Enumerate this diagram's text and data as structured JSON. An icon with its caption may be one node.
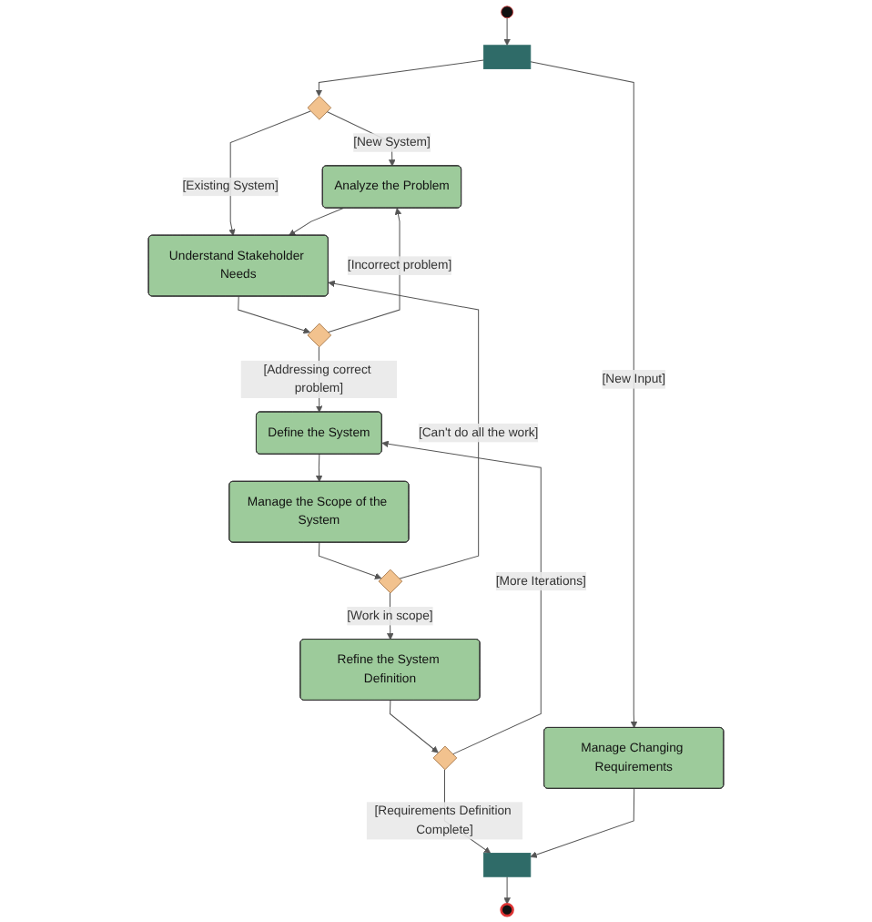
{
  "diagram": {
    "nodes": [
      {
        "text": [],
        "shape": "circle"
      },
      {
        "text": [],
        "shape": "bar"
      },
      {
        "text": [],
        "shape": "diamond"
      },
      {
        "text": [
          "Analyze the Problem"
        ]
      },
      {
        "text": [
          "Understand Stakeholder Needs"
        ]
      },
      {
        "text": [
          "Manage Changing Requirements"
        ]
      },
      {
        "text": [],
        "shape": "diamond"
      },
      {
        "text": [
          "Define the System"
        ]
      },
      {
        "text": [
          "Manage the Scope of the System"
        ]
      },
      {
        "text": [],
        "shape": "diamond"
      },
      {
        "text": [
          "Refine the System Definition"
        ]
      },
      {
        "text": [],
        "shape": "diamond"
      },
      {
        "text": [],
        "shape": "bar"
      },
      {
        "text": [],
        "shape": "circle"
      }
    ],
    "edges": [
      {
        "from": 0,
        "to": 1,
        "arrow": "to"
      },
      {
        "from": 1,
        "to": 2,
        "arrow": "to"
      },
      {
        "from": 1,
        "to": 5,
        "arrow": "to",
        "label": "[New Input]"
      },
      {
        "from": 2,
        "to": 3,
        "arrow": "to",
        "label": "[New System]"
      },
      {
        "from": 2,
        "to": 4,
        "arrow": "to",
        "label": "[Existing System]"
      },
      {
        "from": 3,
        "to": 4,
        "arrow": "to"
      },
      {
        "from": 4,
        "to": 6,
        "arrow": "to"
      },
      {
        "from": 6,
        "to": 3,
        "arrow": "to",
        "label": "[Incorrect problem]"
      },
      {
        "from": 6,
        "to": 7,
        "arrow": "to",
        "label": "[Addressing correct problem]"
      },
      {
        "from": 7,
        "to": 8,
        "arrow": "to"
      },
      {
        "from": 8,
        "to": 9,
        "arrow": "to"
      },
      {
        "from": 9,
        "to": 4,
        "arrow": "to",
        "label": "[Can't do all the work]"
      },
      {
        "from": 9,
        "to": 10,
        "arrow": "to",
        "label": "[Work in scope]"
      },
      {
        "from": 10,
        "to": 11,
        "arrow": "to"
      },
      {
        "from": 11,
        "to": 7,
        "arrow": "to",
        "label": "[More Iterations]"
      },
      {
        "from": 11,
        "to": 12,
        "arrow": "to",
        "label": "[Requirements Definition Complete]"
      },
      {
        "from": 5,
        "to": 12,
        "arrow": "to"
      },
      {
        "from": 12,
        "to": 13,
        "arrow": "to"
      }
    ]
  }
}
